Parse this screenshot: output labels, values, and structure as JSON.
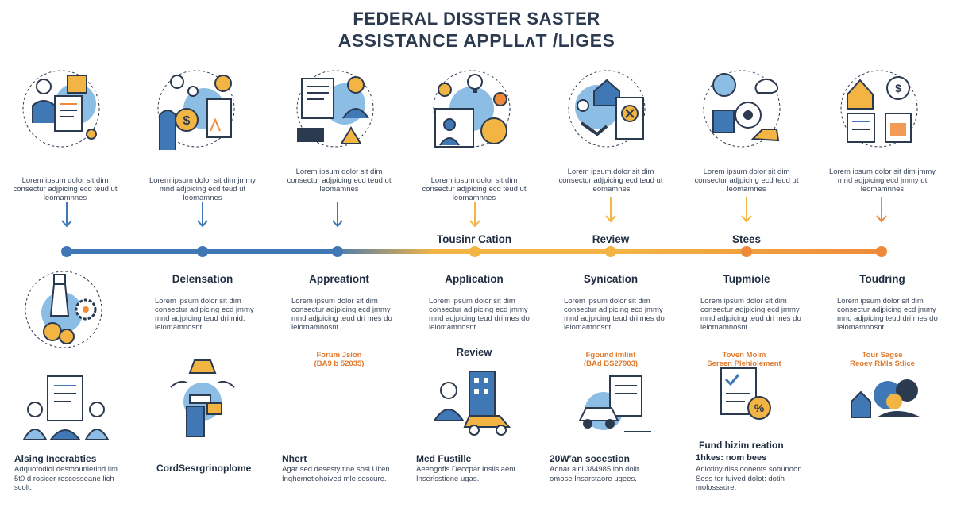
{
  "title_line1": "FEDERAL DISSTER SASTER",
  "title_line2": "ASSISTANCE APPLLʌТ /LIGES",
  "top_descriptions": [
    "Lorem ipsum dolor sit dim consectur adjpicing ecd teud ut leomamnnes",
    "Lorem ipsum dolor sit dim jmmy mnd adjpicing ecd teud ut leomamnes",
    "Lorem ipsum dolor sit dim consectur adjpicing ecd teud ut leomamnes",
    "Lorem ipsum dolor sit dim consectur adjpicing ecd teud ut leomamnnes",
    "Lorem ipsum dolor sit dim consectur adjpicing ecd teud ut leomamnes",
    "Lorem ipsum dolor sit dim consectur adjpicing ecd teud ut leomamnes",
    "Lorem ipsum dolor sit dim jmmy mnd adjpicing ecd jmmy ut leomamnnes"
  ],
  "above_timeline": [
    "Tousinr Cation",
    "Review",
    "Stees"
  ],
  "steps": [
    "",
    "Delensation",
    "Appreationt",
    "Application",
    "Synication",
    "Tupmiole",
    "Toudring"
  ],
  "mid_descriptions": [
    "",
    "Lorem ipsum dolor sit dim consectur adjpicing ecd jmmy mnd adjpicing teud dri mid. leiomamnosnt",
    "Lorem ipsum dolor sit dim consectur adjpicing ecd jmmy mnd adjpicing teud dri mes do leiomamnosnt",
    "Lorem ipsum dolor sit dim consectur adjpicing ecd jmmy mnd adjpicing teud dri mes do leiomamnosnt",
    "Lorem ipsum dolor sit dim consectur adjpicing ecd jmmy mnd adjpicing teud dri mes do leiomamnosnt",
    "Lorem ipsum dolor sit dim consectur adjpicing ecd jmmy mnd adjpicing teud dri mes do leiomamnosnt",
    "Lorem ipsum dolor sit dim consectur adjpicing ecd jmmy mnd adjpicing teud dri mes do leiomamnosnt"
  ],
  "forms": [
    {
      "line1": "Forum Jsion",
      "line2": "(BA9 b 52035)"
    },
    {
      "line1": "Fgound imlint",
      "line2": "(BAd BS27903)"
    },
    {
      "line1": "Toven Molm",
      "line2": "Sereen Plehiolement"
    },
    {
      "line1": "Tour Sagse",
      "line2": "Reoey RMls Stlice"
    }
  ],
  "review_label": "Review",
  "bottom": [
    {
      "title": "Alsing Incerabties",
      "desc": "Adquotodiol desthounlerind lim 5t0 d rosicer rescesseane lich scolt."
    },
    {
      "title": "CordSesrgrinoplome",
      "desc": ""
    },
    {
      "title": "Nhert",
      "desc": "Agar sed desesty tine sosi Uiten Inqhemetiohoived mle sescure."
    },
    {
      "title": "Med Fustille",
      "desc": "Aeeogofis Deccpar Insiisiaent Inserlsstione ugas."
    },
    {
      "title": "20W′an socestion",
      "desc": "Adnar aini 384985 ioh dolit omose Insarstaore ugees."
    },
    {
      "title": "Fund hizim reation",
      "desc": ""
    },
    {
      "title": "1hkes: nom bees",
      "desc": "Aniotiny dissloonents sohunoon Sess tor fuived dolot: dotih molosssure."
    }
  ],
  "colors": {
    "blue": "#3f78b5",
    "yellow": "#f2b544",
    "orange": "#ef8a3a",
    "light_blue": "#8cbde4",
    "dark": "#2c3a4f"
  }
}
